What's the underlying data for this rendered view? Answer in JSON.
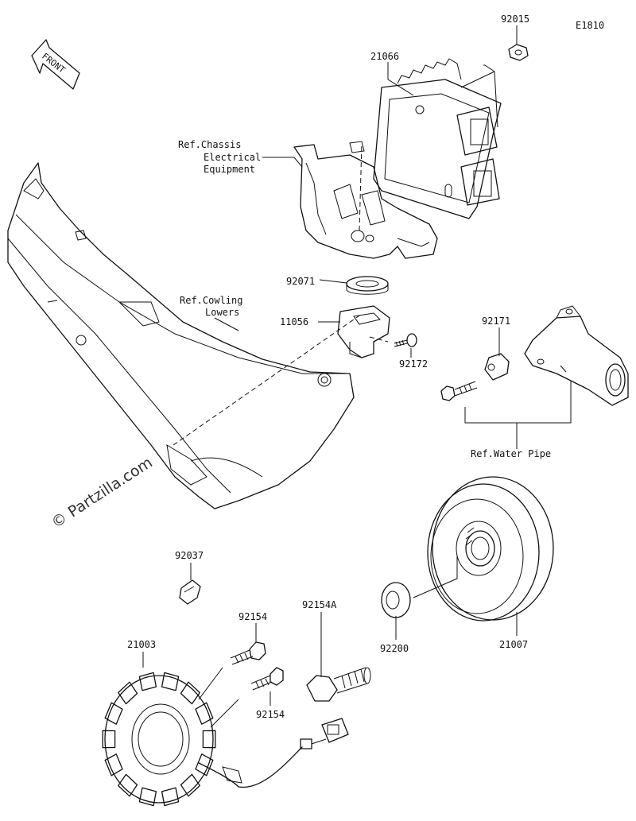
{
  "diagram_code": "E1810",
  "orientation_label": "FRONT",
  "watermark": "© Partzilla.com",
  "callouts": {
    "p92015": "92015",
    "p21066": "21066",
    "ref_chassis_1": "Ref.Chassis",
    "ref_chassis_2": "Electrical",
    "ref_chassis_3": "Equipment",
    "p92071": "92071",
    "ref_cowling_1": "Ref.Cowling",
    "ref_cowling_2": "Lowers",
    "p11056": "11056",
    "p92172": "92172",
    "p92171": "92171",
    "ref_water_pipe": "Ref.Water Pipe",
    "p92037": "92037",
    "p92154A": "92154A",
    "p92200": "92200",
    "p21007": "21007",
    "p92154_top": "92154",
    "p21003": "21003",
    "p92154_bottom": "92154"
  }
}
